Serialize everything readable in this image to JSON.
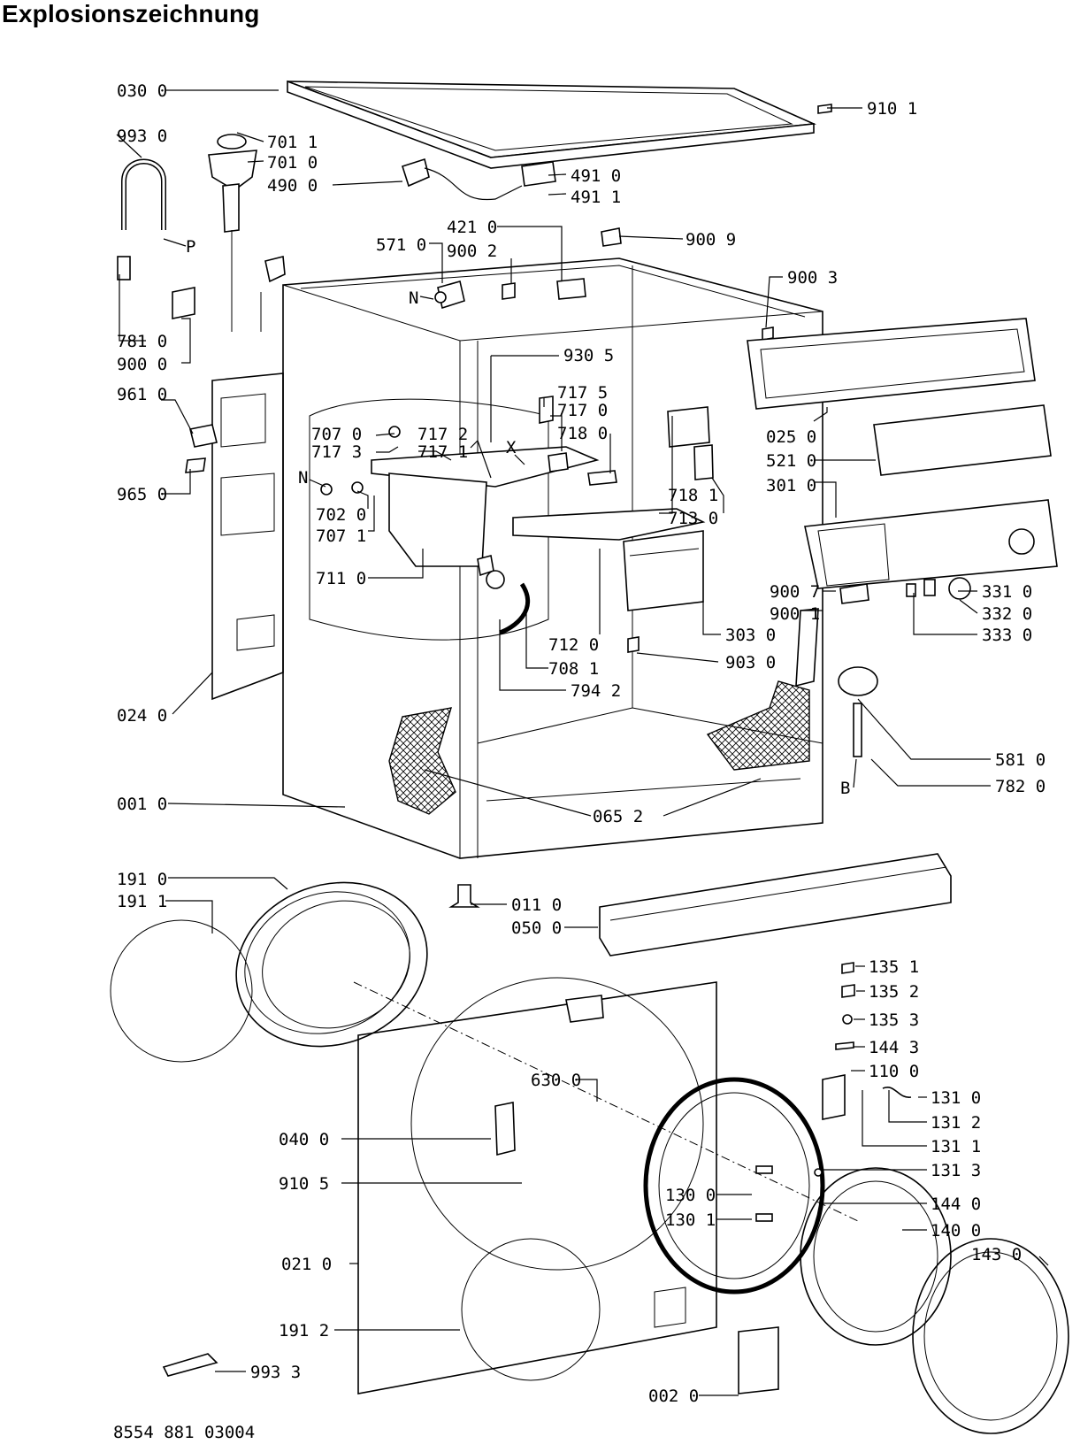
{
  "title": "Explosionszeichnung",
  "document_number": "8554 881 03004",
  "labels": [
    {
      "id": "p030",
      "text": "030 0"
    },
    {
      "id": "p910-1",
      "text": "910 1"
    },
    {
      "id": "p993-0",
      "text": "993 0"
    },
    {
      "id": "p701-1",
      "text": "701 1"
    },
    {
      "id": "p701-0",
      "text": "701 0"
    },
    {
      "id": "p490",
      "text": "490 0"
    },
    {
      "id": "p491-0",
      "text": "491 0"
    },
    {
      "id": "p491-1",
      "text": "491 1"
    },
    {
      "id": "p421",
      "text": "421 0"
    },
    {
      "id": "p571",
      "text": "571 0"
    },
    {
      "id": "p900-2",
      "text": "900 2"
    },
    {
      "id": "p900-9",
      "text": "900 9"
    },
    {
      "id": "pP",
      "text": "P"
    },
    {
      "id": "pN1",
      "text": "N"
    },
    {
      "id": "p900-3",
      "text": "900 3"
    },
    {
      "id": "p781",
      "text": "781 0"
    },
    {
      "id": "p900-0",
      "text": "900 0"
    },
    {
      "id": "p930-5",
      "text": "930 5"
    },
    {
      "id": "p961",
      "text": "961 0"
    },
    {
      "id": "p717-5",
      "text": "717 5"
    },
    {
      "id": "p717-0",
      "text": "717 0"
    },
    {
      "id": "p718-0",
      "text": "718 0"
    },
    {
      "id": "p707-0",
      "text": "707 0"
    },
    {
      "id": "p717-2",
      "text": "717 2"
    },
    {
      "id": "p717-3",
      "text": "717 3"
    },
    {
      "id": "p717-1",
      "text": "717 1"
    },
    {
      "id": "pX",
      "text": "X"
    },
    {
      "id": "p025",
      "text": "025 0"
    },
    {
      "id": "p521",
      "text": "521 0"
    },
    {
      "id": "p301",
      "text": "301 0"
    },
    {
      "id": "pN2",
      "text": "N"
    },
    {
      "id": "p965",
      "text": "965 0"
    },
    {
      "id": "p702",
      "text": "702 0"
    },
    {
      "id": "p707-1",
      "text": "707 1"
    },
    {
      "id": "p718-1",
      "text": "718 1"
    },
    {
      "id": "p713",
      "text": "713 0"
    },
    {
      "id": "p711",
      "text": "711 0"
    },
    {
      "id": "p900-7",
      "text": "900 7"
    },
    {
      "id": "p331",
      "text": "331 0"
    },
    {
      "id": "p900-1",
      "text": "900 1"
    },
    {
      "id": "p332",
      "text": "332 0"
    },
    {
      "id": "p333",
      "text": "333 0"
    },
    {
      "id": "p303",
      "text": "303 0"
    },
    {
      "id": "p712",
      "text": "712 0"
    },
    {
      "id": "p708",
      "text": "708 1"
    },
    {
      "id": "p903",
      "text": "903 0"
    },
    {
      "id": "p794",
      "text": "794 2"
    },
    {
      "id": "p024",
      "text": "024 0"
    },
    {
      "id": "p581",
      "text": "581 0"
    },
    {
      "id": "pB",
      "text": "B"
    },
    {
      "id": "p782",
      "text": "782 0"
    },
    {
      "id": "p001",
      "text": "001 0"
    },
    {
      "id": "p065",
      "text": "065 2"
    },
    {
      "id": "p191-0",
      "text": "191 0"
    },
    {
      "id": "p191-1",
      "text": "191 1"
    },
    {
      "id": "p011",
      "text": "011 0"
    },
    {
      "id": "p050",
      "text": "050 0"
    },
    {
      "id": "p135-1",
      "text": "135 1"
    },
    {
      "id": "p135-2",
      "text": "135 2"
    },
    {
      "id": "p135-3",
      "text": "135 3"
    },
    {
      "id": "p144-3",
      "text": "144 3"
    },
    {
      "id": "p110",
      "text": "110 0"
    },
    {
      "id": "p630",
      "text": "630 0"
    },
    {
      "id": "p131-0",
      "text": "131 0"
    },
    {
      "id": "p131-2",
      "text": "131 2"
    },
    {
      "id": "p040",
      "text": "040 0"
    },
    {
      "id": "p131-1",
      "text": "131 1"
    },
    {
      "id": "p131-3",
      "text": "131 3"
    },
    {
      "id": "p910-5",
      "text": "910 5"
    },
    {
      "id": "p130-0",
      "text": "130 0"
    },
    {
      "id": "p144-0",
      "text": "144 0"
    },
    {
      "id": "p130-1",
      "text": "130 1"
    },
    {
      "id": "p140",
      "text": "140 0"
    },
    {
      "id": "p143",
      "text": "143 0"
    },
    {
      "id": "p021",
      "text": "021 0"
    },
    {
      "id": "p191-2",
      "text": "191 2"
    },
    {
      "id": "p993-3",
      "text": "993 3"
    },
    {
      "id": "p002",
      "text": "002 0"
    }
  ]
}
